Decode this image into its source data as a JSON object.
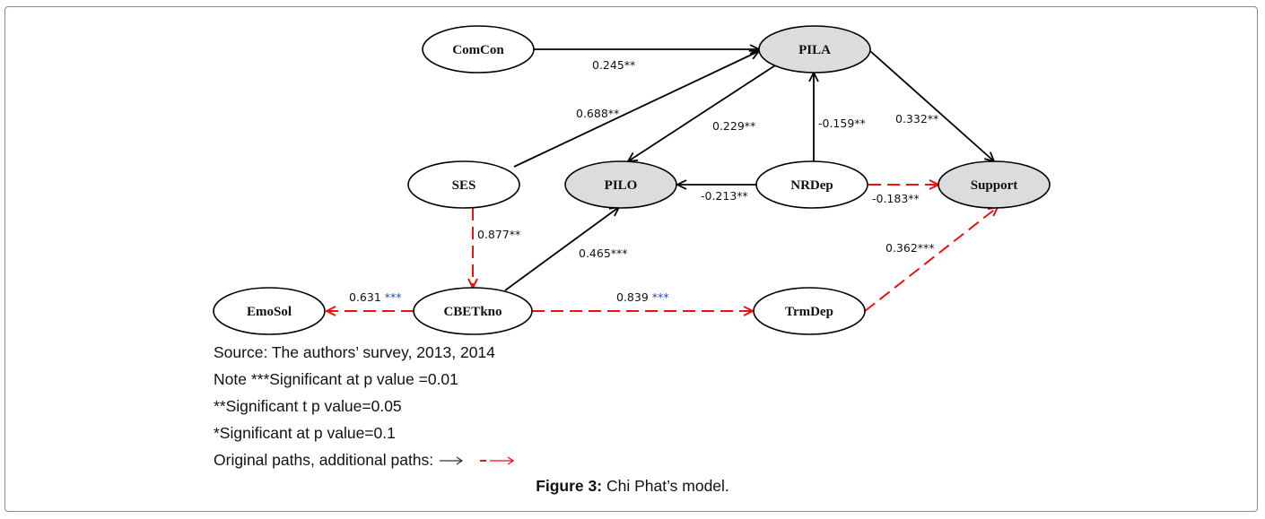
{
  "figure": {
    "caption_prefix": "Figure 3:",
    "caption_text": " Chi Phat’s model."
  },
  "colors": {
    "original_path": "#000000",
    "additional_path": "#ee1111",
    "endogenous_fill": "#dcdcdc",
    "exogenous_fill": "#ffffff",
    "significance_blue": "#2a4a9a"
  },
  "nodes": [
    {
      "id": "ComCon",
      "label": "ComCon",
      "shaded": false
    },
    {
      "id": "PILA",
      "label": "PILA",
      "shaded": true
    },
    {
      "id": "SES",
      "label": "SES",
      "shaded": false
    },
    {
      "id": "PILO",
      "label": "PILO",
      "shaded": true
    },
    {
      "id": "NRDep",
      "label": "NRDep",
      "shaded": false
    },
    {
      "id": "Support",
      "label": "Support",
      "shaded": true
    },
    {
      "id": "EmoSol",
      "label": "EmoSol",
      "shaded": false
    },
    {
      "id": "CBETkno",
      "label": "CBETkno",
      "shaded": false
    },
    {
      "id": "TrmDep",
      "label": "TrmDep",
      "shaded": false
    }
  ],
  "edges": [
    {
      "from": "ComCon",
      "to": "PILA",
      "coef": "0.245",
      "stars": "**",
      "type": "original"
    },
    {
      "from": "SES",
      "to": "PILA",
      "coef": "0.688",
      "stars": "**",
      "type": "original"
    },
    {
      "from": "PILA",
      "to": "PILO",
      "coef": "0.229",
      "stars": "**",
      "type": "original"
    },
    {
      "from": "NRDep",
      "to": "PILA",
      "coef": "-0.159",
      "stars": "**",
      "type": "original"
    },
    {
      "from": "PILA",
      "to": "Support",
      "coef": "0.332",
      "stars": "**",
      "type": "original"
    },
    {
      "from": "NRDep",
      "to": "PILO",
      "coef": "-0.213",
      "stars": "**",
      "type": "original"
    },
    {
      "from": "NRDep",
      "to": "Support",
      "coef": "-0.183",
      "stars": "**",
      "type": "additional"
    },
    {
      "from": "SES",
      "to": "CBETkno",
      "coef": "0.877",
      "stars": "**",
      "type": "additional"
    },
    {
      "from": "CBETkno",
      "to": "PILO",
      "coef": "0.465",
      "stars": "***",
      "type": "original"
    },
    {
      "from": "CBETkno",
      "to": "EmoSol",
      "coef": "0.631",
      "stars": "***",
      "type": "additional",
      "stars_blue": true
    },
    {
      "from": "CBETkno",
      "to": "TrmDep",
      "coef": "0.839",
      "stars": "***",
      "type": "additional",
      "stars_blue": true
    },
    {
      "from": "TrmDep",
      "to": "Support",
      "coef": "0.362",
      "stars": "***",
      "type": "additional"
    }
  ],
  "notes": {
    "source": "Source: The authors’ survey, 2013, 2014",
    "note1": "Note ***Significant at p value =0.01",
    "note2": "**Significant t p value=0.05",
    "note3": "*Significant at p value=0.1",
    "legend": "Original paths, additional paths: "
  }
}
